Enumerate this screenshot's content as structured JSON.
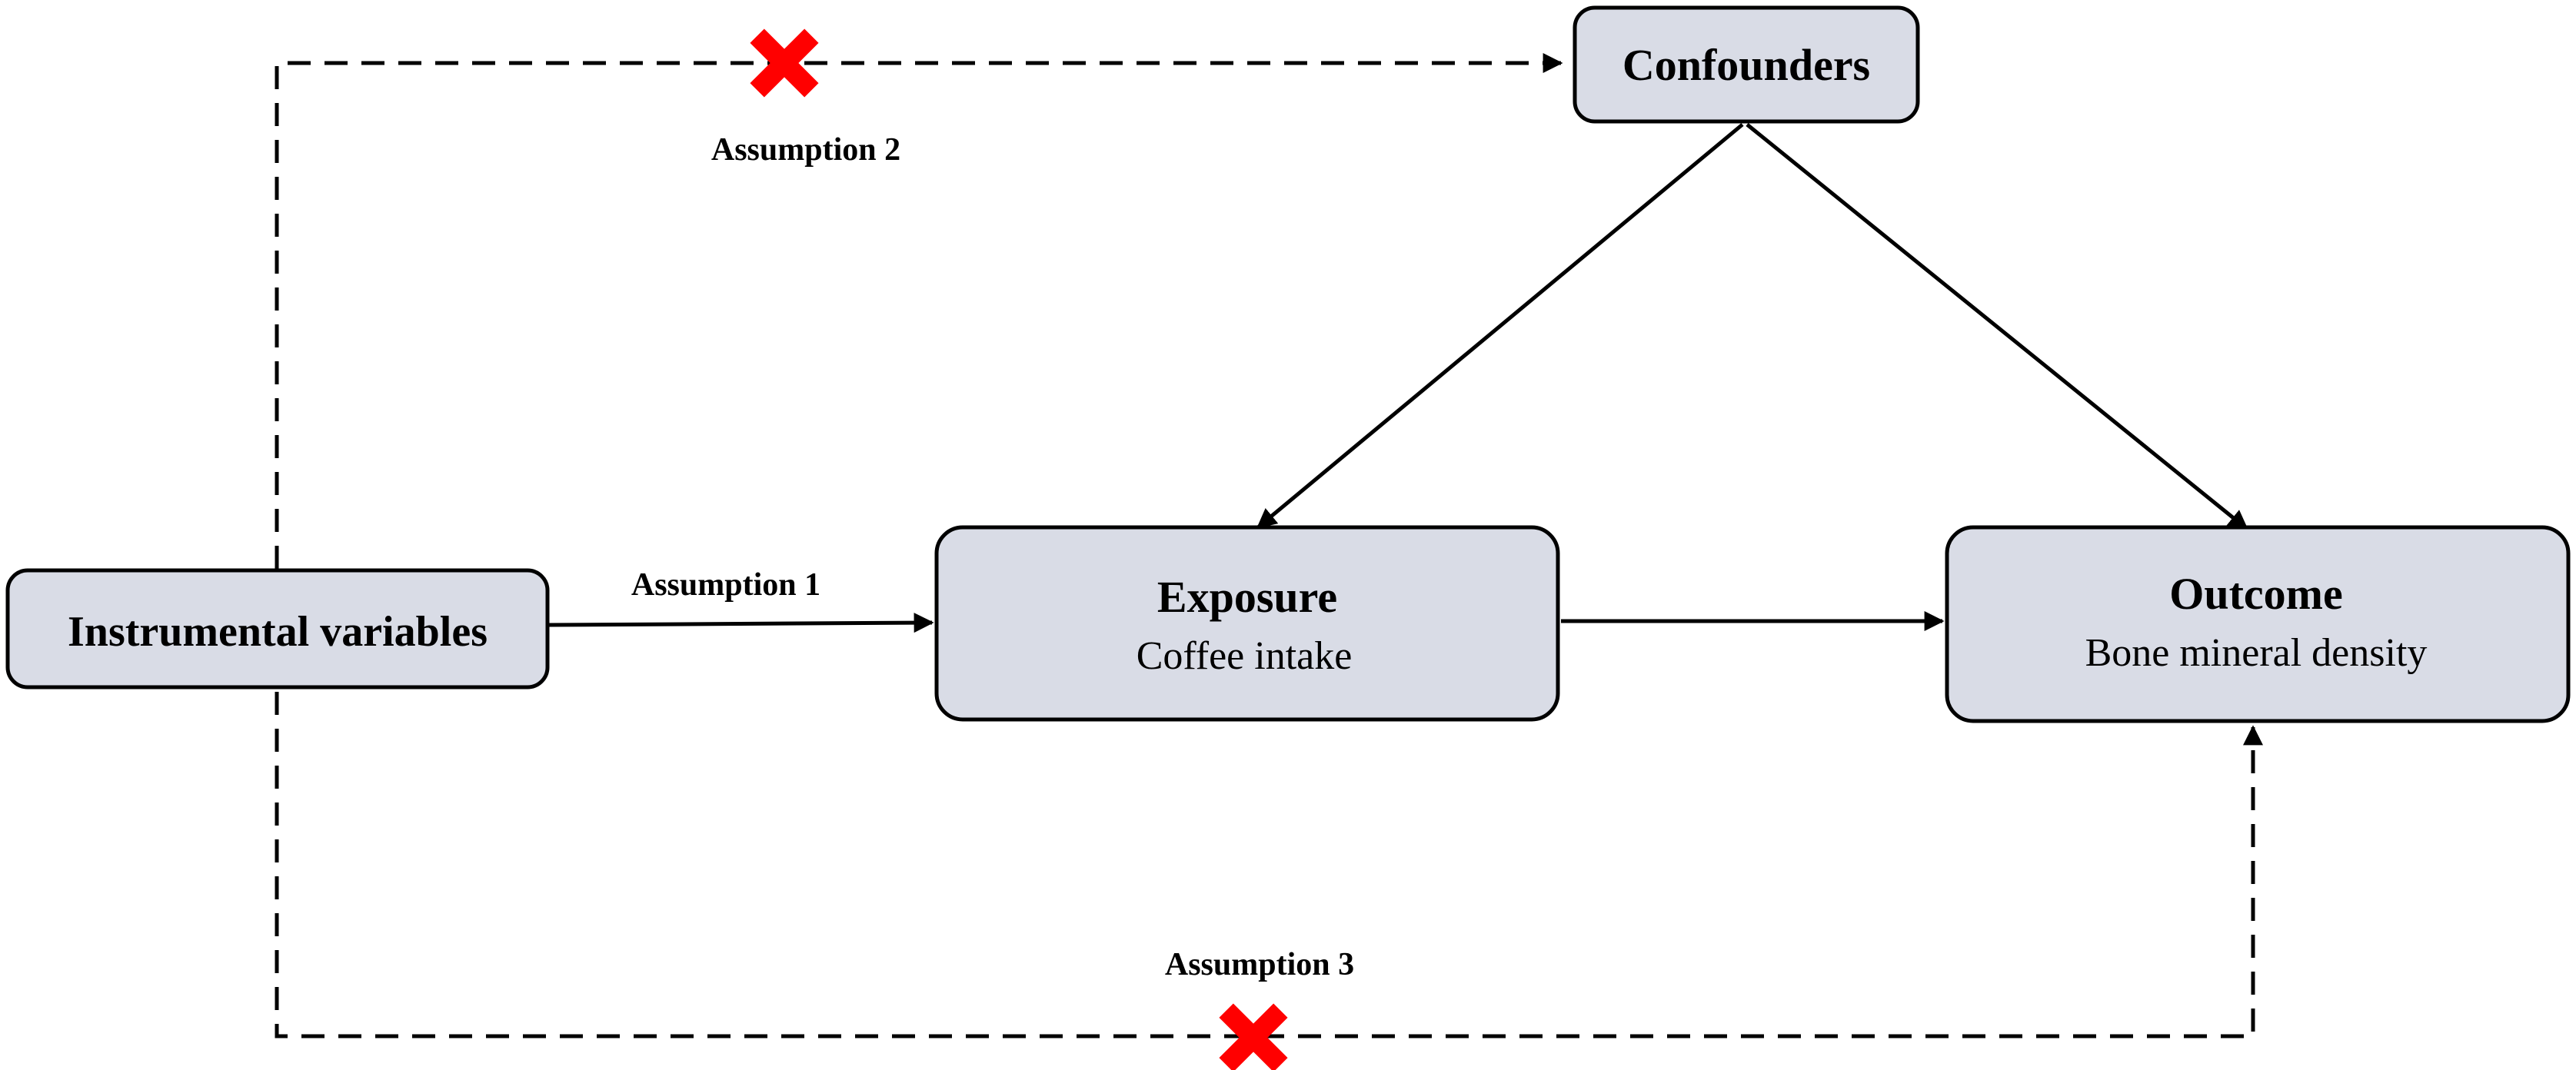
{
  "nodes": {
    "instrumental": {
      "title": "Instrumental variables"
    },
    "exposure": {
      "title": "Exposure",
      "subtitle": "Coffee intake"
    },
    "outcome": {
      "title": "Outcome",
      "subtitle": "Bone mineral density"
    },
    "confounders": {
      "title": "Confounders"
    }
  },
  "edges": {
    "assumption1": {
      "label": "Assumption 1"
    },
    "assumption2": {
      "label": "Assumption 2",
      "violated": true
    },
    "assumption3": {
      "label": "Assumption 3",
      "violated": true
    }
  },
  "colors": {
    "box_fill": "#d9dce6",
    "line": "#000000",
    "violation_mark": "#ff0000"
  }
}
